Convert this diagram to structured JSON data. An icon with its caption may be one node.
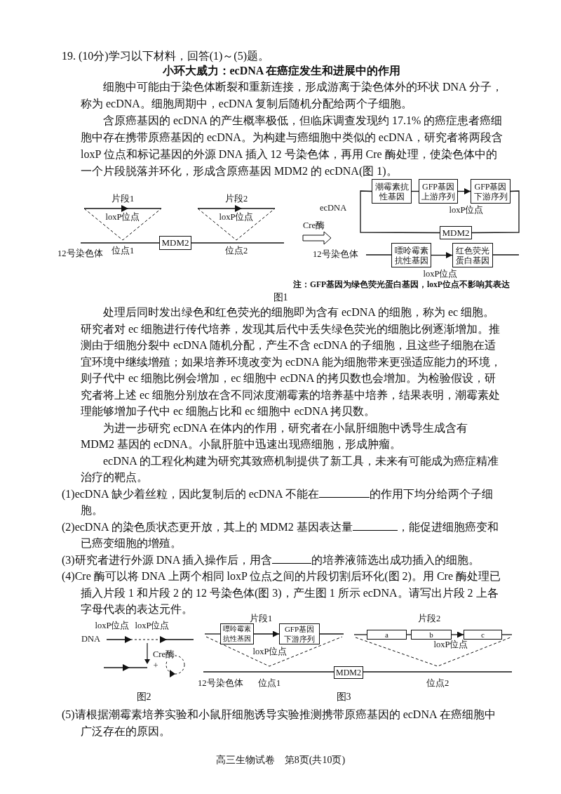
{
  "diagram": {
    "title": "小环大威力：ecDNA 在癌症发生和进展中的作用",
    "nodes": [
      {
        "text": [
          "MDM2"
        ]
      },
      {
        "text": [
          "潮霉素抗性基因"
        ]
      },
      {
        "text": [
          "GFP基因上游序列"
        ]
      },
      {
        "text": [
          "GFP基因下游序列"
        ]
      },
      {
        "text": [
          "MDM2"
        ]
      },
      {
        "text": [
          "嘌呤霉素抗性基因"
        ]
      },
      {
        "text": [
          "红色荧光蛋白基因"
        ]
      },
      {
        "text": [
          "嘌呤霉素抗性基因"
        ]
      },
      {
        "text": [
          "GFP基因下游序列"
        ]
      },
      {
        "text": [
          "MDM2"
        ]
      },
      {
        "text": [
          "a"
        ]
      },
      {
        "text": [
          "b"
        ]
      },
      {
        "text": [
          "c"
        ]
      }
    ],
    "edges": [
      {
        "from": 1,
        "to": 2,
        "arrow": "none"
      },
      {
        "from": 2,
        "to": 3,
        "arrow": "to"
      },
      {
        "from": 3,
        "to": 4,
        "arrow": "none"
      },
      {
        "from": 4,
        "to": 1,
        "arrow": "none"
      },
      {
        "from": 5,
        "to": 6,
        "arrow": "to"
      },
      {
        "from": 7,
        "to": 8,
        "arrow": "to"
      },
      {
        "from": 10,
        "to": 11,
        "arrow": "none"
      },
      {
        "from": 11,
        "to": 12,
        "arrow": "to"
      }
    ],
    "labels": [
      "19. (10分)学习以下材料，回答(1)～(5)题。",
      "细胞中可能由于染色体断裂和重新连接，形成游离于染色体外的环状 DNA 分子，称为 ecDNA。细胞周期中，ecDNA 复制后随机分配给两个子细胞。",
      "含原癌基因的 ecDNA 的产生概率极低，但临床调查发现约 17.1% 的癌症患者癌细胞中存在携带原癌基因的 ecDNA。为构建与癌细胞中类似的 ecDNA，研究者将两段含 loxP 位点和标记基因的外源 DNA 插入 12 号染色体，再用 Cre 酶处理，使染色体中的一个片段脱落并环化，形成含原癌基因 MDM2 的 ecDNA(图 1)。",
      "片段1",
      "loxP位点",
      "片段2",
      "loxP位点",
      "12号染色体",
      "位点1",
      "位点2",
      "Cre酶",
      "ecDNA",
      "loxP位点",
      "12号染色体",
      "loxP位点",
      "注：GFP基因为绿色荧光蛋白基因，loxP位点不影响其表达",
      "图1",
      "处理后同时发出绿色和红色荧光的细胞即为含有 ecDNA 的细胞，称为 ec 细胞。研究者对 ec 细胞进行传代培养，发现其后代中丢失绿色荧光的细胞比例逐渐增加。推测由于细胞分裂中 ecDNA 随机分配，产生不含 ecDNA 的子细胞，且这些子细胞在适宜环境中继续增殖；如果培养环境改变为 ecDNA 能为细胞带来更强适应能力的环境，则子代中 ec 细胞比例会增加，ec 细胞中 ecDNA 的拷贝数也会增加。为检验假设，研究者将上述 ec 细胞分别放在含不同浓度潮霉素的培养基中培养，结果表明，潮霉素处理能够增加子代中 ec 细胞占比和 ec 细胞中 ecDNA 拷贝数。",
      "为进一步研究 ecDNA 在体内的作用，研究者在小鼠肝细胞中诱导生成含有 MDM2 基因的 ecDNA。小鼠肝脏中迅速出现癌细胞，形成肿瘤。",
      "ecDNA 的工程化构建为研究其致癌机制提供了新工具，未来有可能成为癌症精准治疗的靶点。",
      "(1)ecDNA 缺少着丝粒，因此复制后的 ecDNA 不能在",
      "的作用下均分给两个子细胞。",
      "(2)ecDNA 的染色质状态更开放，其上的 MDM2 基因表达量",
      "，能促进细胞癌变和已癌变细胞的增殖。",
      "(3)研究者进行外源 DNA 插入操作后，用含",
      "的培养液筛选出成功插入的细胞。",
      "(4)Cre 酶可以将 DNA 上两个相同 loxP 位点之间的片段切割后环化(图 2)。用 Cre 酶处理已插入片段 1 和片段 2 的 12 号染色体(图 3)，产生图 1 所示 ecDNA。请写出片段 2 上各字母代表的表达元件。",
      "loxP位点",
      "loxP位点",
      "DNA",
      "Cre酶",
      "+",
      "片段1",
      "loxP位点",
      "12号染色体",
      "位点1",
      "片段2",
      "loxP位点",
      "位点2",
      "图2",
      "图3",
      "(5)请根据潮霉素培养实验和小鼠肝细胞诱导实验推测携带原癌基因的 ecDNA 在癌细胞中广泛存在的原因。",
      "高三生物试卷　第8页(共10页)"
    ]
  }
}
